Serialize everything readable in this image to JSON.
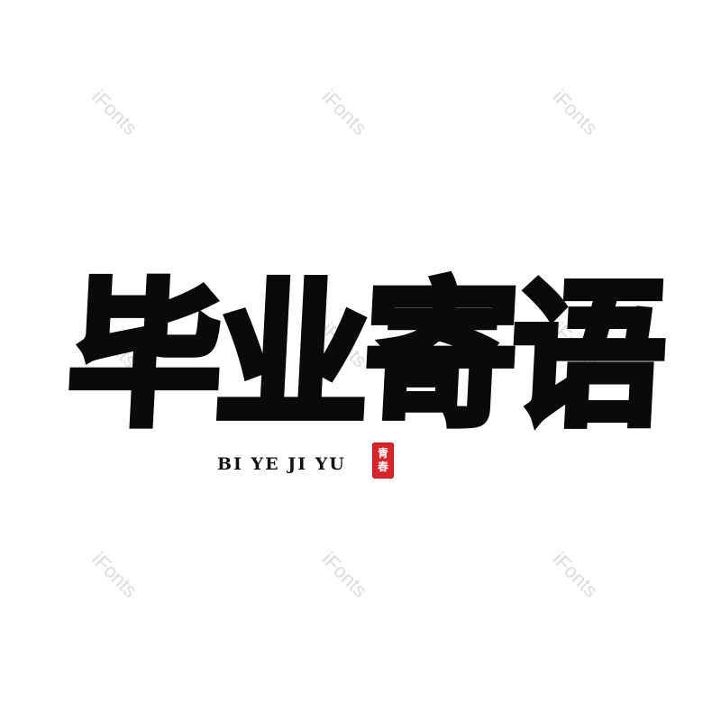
{
  "watermark_text": "iFonts",
  "title": "毕业寄语",
  "subtitle": "BI YE JI YU",
  "seal": {
    "char_1": "青",
    "char_2": "春"
  },
  "colors": {
    "ink": "#0a0a0a",
    "seal_red": "#d9252a",
    "watermark": "#dcdcdc",
    "background": "#ffffff"
  }
}
